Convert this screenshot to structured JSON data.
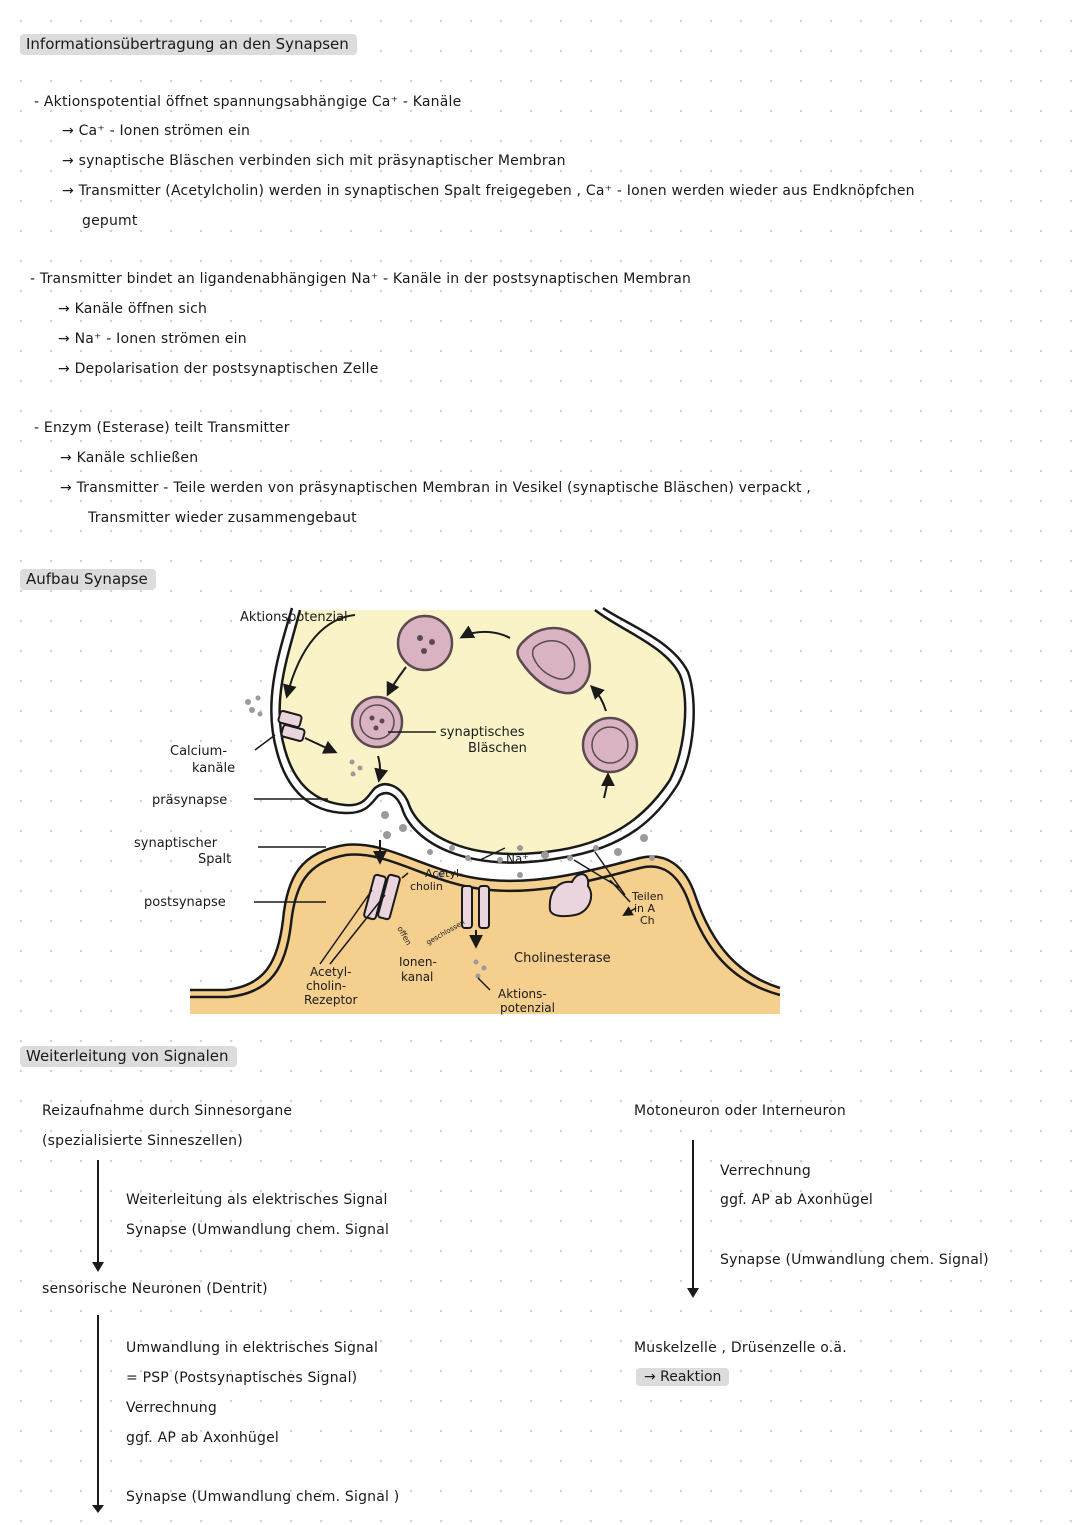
{
  "section1": {
    "heading": "Informationsübertragung an den Synapsen",
    "p1": {
      "main": "- Aktionspotential öffnet spannungsabhängige Ca⁺ - Kanäle",
      "items": [
        "→ Ca⁺ - Ionen strömen ein",
        "→ synaptische Bläschen verbinden sich mit präsynaptischer Membran",
        "→ Transmitter (Acetylcholin) werden in synaptischen Spalt freigegeben , Ca⁺ - Ionen werden wieder aus Endknöpfchen",
        "gepumt"
      ]
    },
    "p2": {
      "main": "- Transmitter bindet an ligandenabhängigen Na⁺ - Kanäle in der postsynaptischen Membran",
      "items": [
        "→ Kanäle öffnen sich",
        "→ Na⁺ - Ionen strömen ein",
        "→ Depolarisation der postsynaptischen Zelle"
      ]
    },
    "p3": {
      "main": "- Enzym (Esterase) teilt Transmitter",
      "items": [
        "→ Kanäle schließen",
        "→ Transmitter - Teile werden von präsynaptischen Membran in Vesikel (synaptische Bläschen) verpackt ,",
        "Transmitter wieder zusammengebaut"
      ]
    }
  },
  "section2": {
    "heading": "Aufbau Synapse",
    "labels": {
      "aktionspotenzial_top": "Aktionspotenzial",
      "calcium_1": "Calcium-",
      "calcium_2": "kanäle",
      "praesynapse": "präsynapse",
      "spalt_1": "synaptischer",
      "spalt_2": "Spalt",
      "postsynapse": "postsynapse",
      "blaeschen_1": "synaptisches",
      "blaeschen_2": "Bläschen",
      "acetyl_1": "Acetyl-",
      "acetyl_2": "cholin",
      "na": "Na⁺",
      "teilen_1": "Teilen",
      "teilen_2": "in A",
      "teilen_3": "Ch",
      "rezeptor_1": "Acetyl-",
      "rezeptor_2": "cholin-",
      "rezeptor_3": "Rezeptor",
      "ionen_1": "Ionen-",
      "ionen_2": "kanal",
      "offen": "offen",
      "geschlossen": "geschlossen",
      "cholinesterase": "Cholinesterase",
      "ap_bottom_1": "Aktions-",
      "ap_bottom_2": "potenzial"
    },
    "colors": {
      "presynapse_fill": "#fbf3c8",
      "postsynapse_fill": "#f5cf8e",
      "vesicle_fill": "#d9b3c2",
      "vesicle_stroke": "#5a4a50",
      "receptor_fill": "#ead5df",
      "transmitter": "#9a9a9a"
    }
  },
  "section3": {
    "heading": "Weiterleitung von Signalen",
    "left": {
      "l1": "Reizaufnahme durch Sinnesorgane",
      "l2": "(spezialisierte Sinneszellen)",
      "l3": "Weiterleitung als elektrisches Signal",
      "l4": "Synapse (Umwandlung chem. Signal",
      "l5": "sensorische Neuronen (Dentrit)",
      "l6": "Umwandlung in elektrisches Signal",
      "l7": "= PSP (Postsynaptisches Signal)",
      "l8": "Verrechnung",
      "l9": "ggf. AP ab Axonhügel",
      "l10": "Synapse (Umwandlung chem. Signal )"
    },
    "right": {
      "r1": "Motoneuron oder Interneuron",
      "r2": "Verrechnung",
      "r3": "ggf. AP ab Axonhügel",
      "r4": "Synapse (Umwandlung chem. Signal)",
      "r5": "Muskelzelle , Drüsenzelle o.ä.",
      "r6": "→ Reaktion"
    }
  }
}
